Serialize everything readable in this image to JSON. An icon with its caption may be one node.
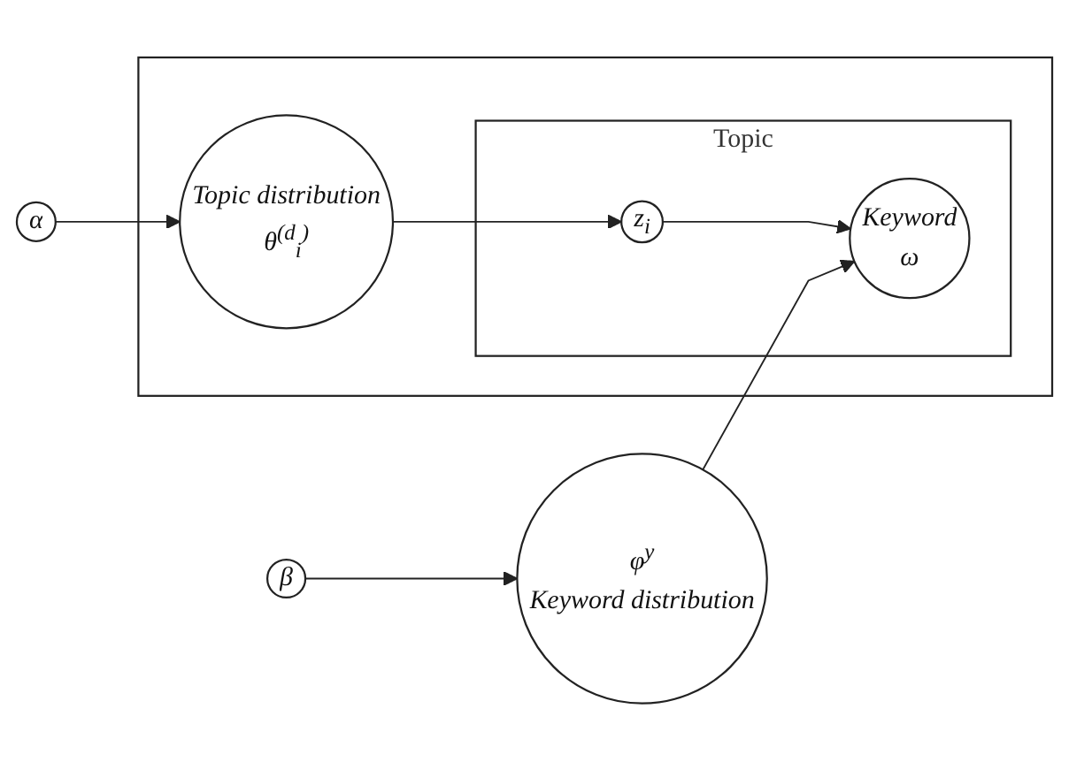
{
  "diagram": {
    "nodes": [
      {
        "text": [],
        "shape": "box"
      },
      {
        "text": [
          "Topic"
        ],
        "in": 0
      },
      {
        "text": [
          "Topic distribution",
          "θ$^{(d}$$_{i}$$^{)}$"
        ],
        "in": 0
      },
      {
        "text": [
          "z$_{i}$"
        ],
        "in": 1
      },
      {
        "text": [
          "Keyword",
          "ω"
        ],
        "in": 1
      },
      {
        "text": [
          "α"
        ]
      },
      {
        "text": [
          "β"
        ]
      },
      {
        "text": [
          "φ$^{y}$",
          "Keyword distribution"
        ]
      }
    ],
    "edges": [
      {
        "from": 2,
        "to": 3,
        "arrow": "to"
      },
      {
        "from": 3,
        "to": 4,
        "arrow": "to"
      },
      {
        "from": 5,
        "to": 2,
        "arrow": "to"
      },
      {
        "from": 6,
        "to": 7,
        "arrow": "to"
      },
      {
        "from": 7,
        "to": 4,
        "arrow": "to"
      }
    ]
  }
}
